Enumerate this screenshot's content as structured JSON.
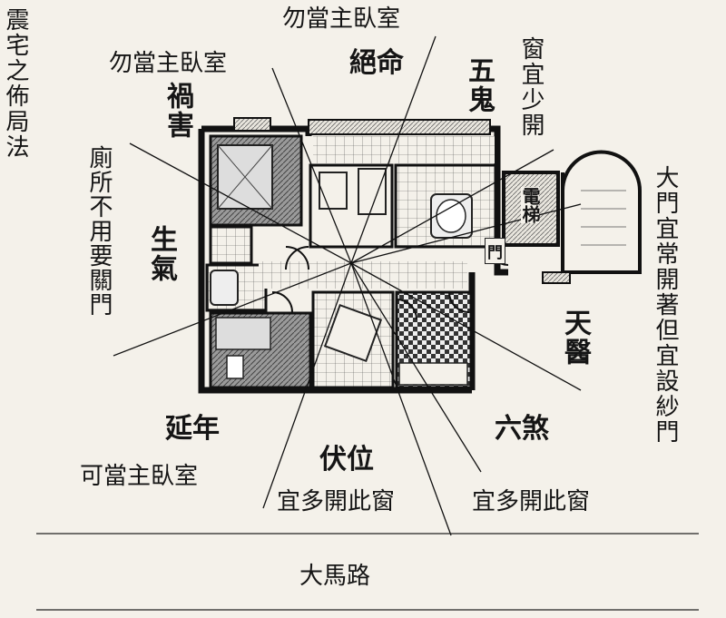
{
  "title": "震宅之佈局法",
  "labels": {
    "top_center_note": "勿當主臥室",
    "top_left_note": "勿當主臥室",
    "jueming": "絕命",
    "wugui": "五鬼",
    "window_small": "窗宜少開",
    "huohai": "禍害",
    "toilet_note": "廁所不用要關門",
    "shengqi": "生氣",
    "elevator": "電梯",
    "door": "門",
    "main_door_note": "大門宜常開著但宜設紗門",
    "tianyi": "天醫",
    "yannian": "延年",
    "master_bedroom_ok": "可當主臥室",
    "fuwei": "伏位",
    "window_open_left": "宜多開此窗",
    "liusha": "六煞",
    "window_open_right": "宜多開此窗",
    "road": "大馬路"
  }
}
